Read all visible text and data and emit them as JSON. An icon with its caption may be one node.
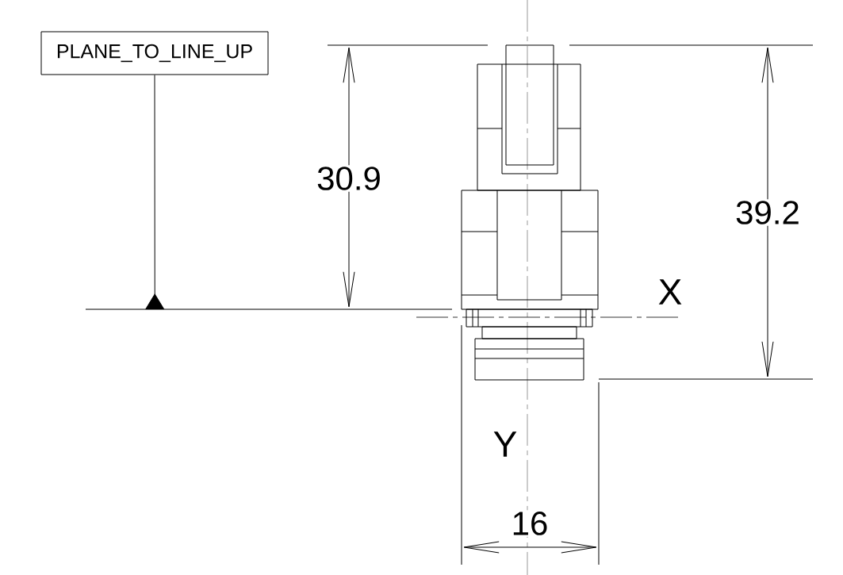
{
  "diagram": {
    "nodes": [
      {
        "text": [
          "PLANE_TO_LINE_UP"
        ]
      },
      {
        "text": [],
        "shape": "line"
      }
    ],
    "edges": [
      {
        "from": 0,
        "to": 1,
        "arrow": "other"
      }
    ],
    "labels": [
      "30.9",
      "39.2",
      "X",
      "Y",
      "16"
    ]
  }
}
